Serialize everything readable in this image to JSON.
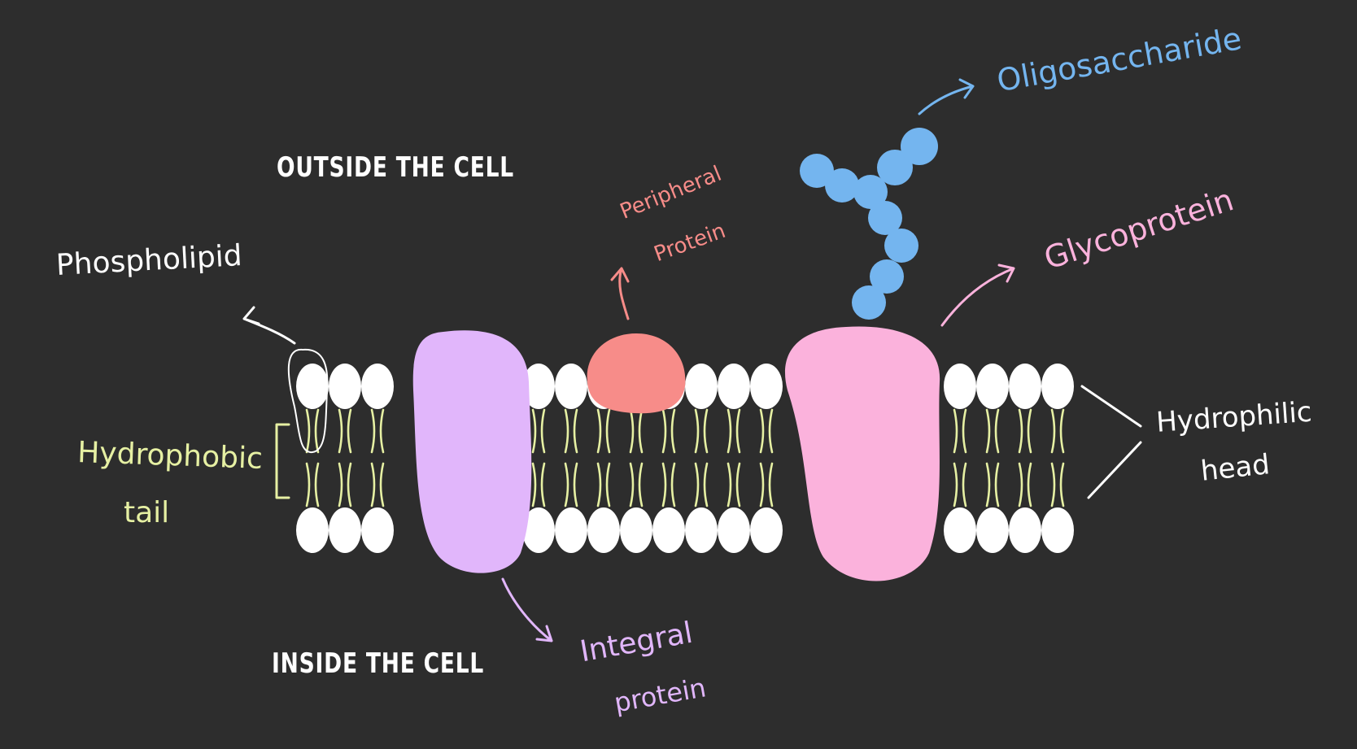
{
  "labels": {
    "outside": "OUTSIDE THE CELL",
    "inside": "INSIDE THE CELL",
    "phospholipid": "Phospholipid",
    "hydrophobic_line1": "Hydrophobic",
    "hydrophobic_line2": "tail",
    "peripheral_line1": "Peripheral",
    "peripheral_line2": "Protein",
    "oligosaccharide": "Oligosaccharide",
    "glycoprotein": "Glycoprotein",
    "hydrophilic_line1": "Hydrophilic",
    "hydrophilic_line2": "head",
    "integral_line1": "Integral",
    "integral_line2": "protein"
  },
  "colors": {
    "background": "#2d2d2d",
    "head": "#ffffff",
    "tail": "#e6f0a3",
    "integral_protein": "#e1b6fb",
    "peripheral_protein": "#f78c89",
    "glycoprotein": "#fbb2dc",
    "oligosaccharide": "#74b5ef",
    "label_white": "#ffffff",
    "label_hydrophobic": "#e6f0a3",
    "label_peripheral": "#f78c89",
    "label_oligosaccharide": "#74b5ef",
    "label_glycoprotein": "#fbb2dc",
    "label_integral": "#e1b6fb"
  }
}
